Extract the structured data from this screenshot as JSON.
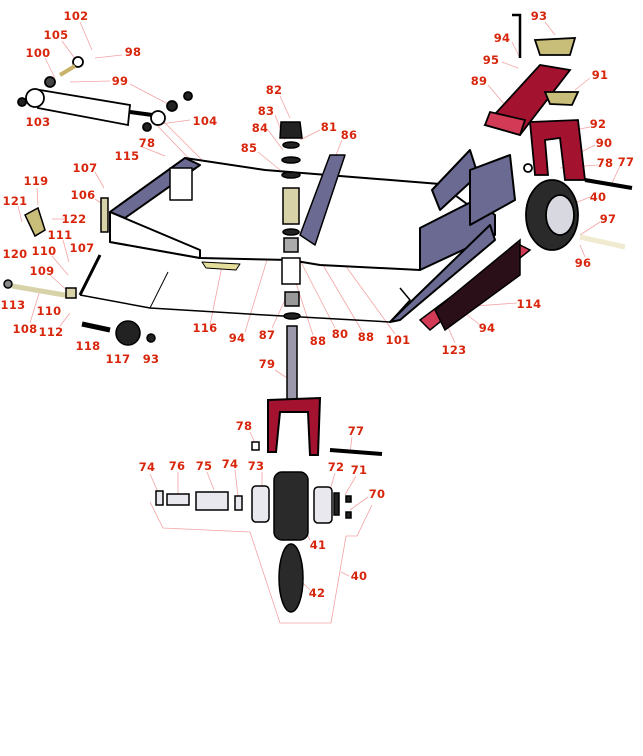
{
  "title": "Exploded parts diagram - mower deck with caster wheel assembly",
  "colors": {
    "label": "#d8260c",
    "leader": "#f3a3a3",
    "deck_side": "#6b6a92",
    "bracket": "#a3122f",
    "outline": "#000000"
  },
  "labels": [
    "102",
    "105",
    "98",
    "100",
    "99",
    "103",
    "104",
    "78",
    "115",
    "107",
    "119",
    "106",
    "121",
    "122",
    "111",
    "107",
    "120",
    "110",
    "109",
    "113",
    "110",
    "108",
    "112",
    "118",
    "117",
    "93",
    "116",
    "94",
    "87",
    "88",
    "80",
    "88",
    "101",
    "123",
    "94",
    "114",
    "96",
    "97",
    "40",
    "78",
    "77",
    "90",
    "92",
    "91",
    "89",
    "95",
    "94",
    "93",
    "82",
    "83",
    "84",
    "81",
    "86",
    "85",
    "79",
    "78",
    "77",
    "74",
    "76",
    "75",
    "74",
    "73",
    "72",
    "71",
    "70",
    "41",
    "40",
    "42"
  ]
}
